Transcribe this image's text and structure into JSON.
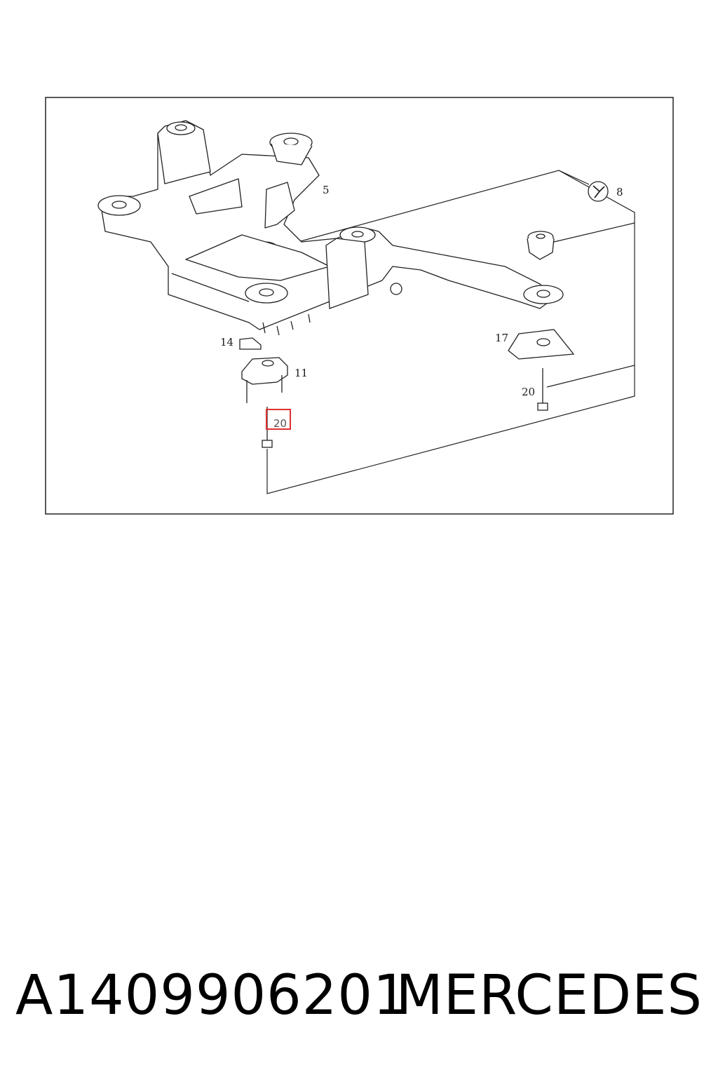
{
  "diagram": {
    "callouts": {
      "c5": "5",
      "c8": "8",
      "c14": "14",
      "c11": "11",
      "c17": "17",
      "c20_right": "20",
      "c20_highlight": "20"
    },
    "highlight_color": "#e03030",
    "icons": [
      "wrench-icon"
    ]
  },
  "footer": {
    "part_number": "A1409906201",
    "brand": "MERCEDES"
  }
}
